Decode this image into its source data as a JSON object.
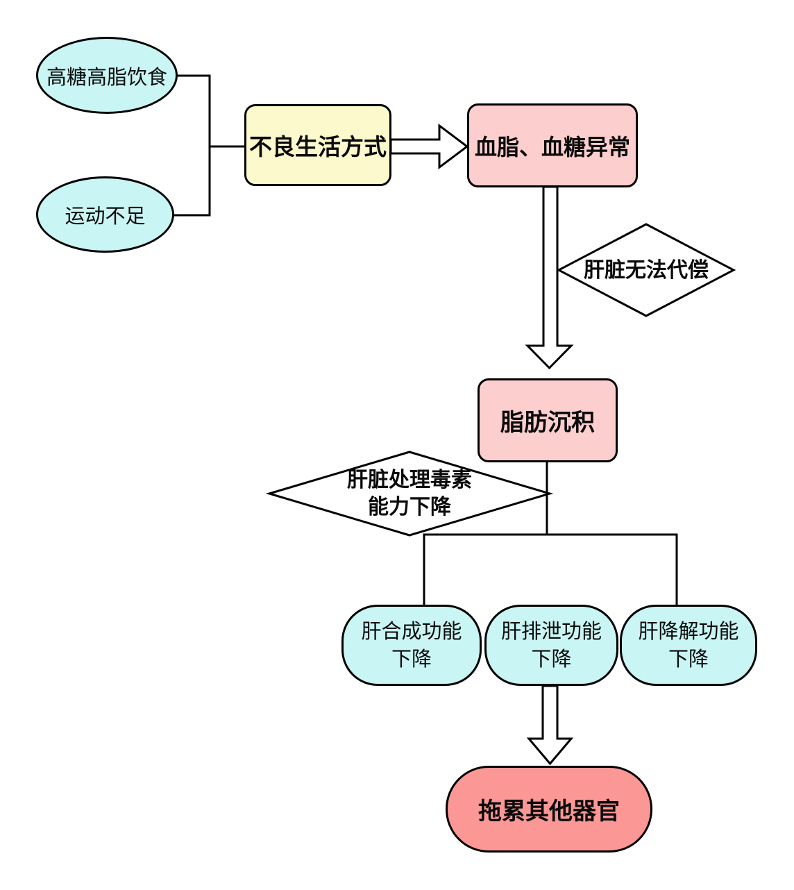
{
  "diagram": {
    "type": "flowchart",
    "language": "zh-CN",
    "colors": {
      "cause_fill": "#C9F5F4",
      "lifestyle_fill": "#FCFACD",
      "abnormal_fill": "#FCCFCE",
      "result_fill": "#FB9795",
      "condition_fill": "#FFFFFF",
      "stroke": "#000000",
      "background": "#FFFFFF"
    },
    "nodes": {
      "diet": {
        "label": "高糖高脂饮食",
        "shape": "ellipse"
      },
      "exercise": {
        "label": "运动不足",
        "shape": "ellipse"
      },
      "lifestyle": {
        "label": "不良生活方式",
        "shape": "rect"
      },
      "blood": {
        "label": "血脂、血糖异常",
        "shape": "rect"
      },
      "compensate": {
        "label": "肝脏无法代偿",
        "shape": "diamond"
      },
      "fat": {
        "label": "脂肪沉积",
        "shape": "rect"
      },
      "toxin": {
        "label": "肝脏处理毒素\n能力下降",
        "shape": "diamond"
      },
      "synthesis": {
        "label": "肝合成功能\n下降",
        "shape": "rounded"
      },
      "excretion": {
        "label": "肝排泄功能\n下降",
        "shape": "rounded"
      },
      "degradation": {
        "label": "肝降解功能\n下降",
        "shape": "rounded"
      },
      "organs": {
        "label": "拖累其他器官",
        "shape": "pill"
      }
    },
    "edges": [
      {
        "from": "diet",
        "to": "lifestyle",
        "style": "line"
      },
      {
        "from": "exercise",
        "to": "lifestyle",
        "style": "line"
      },
      {
        "from": "lifestyle",
        "to": "blood",
        "style": "hollow-arrow"
      },
      {
        "from": "blood",
        "to": "fat",
        "style": "hollow-arrow",
        "condition": "肝脏无法代偿"
      },
      {
        "from": "fat",
        "to": "synthesis",
        "style": "line",
        "condition": "肝脏处理毒素能力下降"
      },
      {
        "from": "fat",
        "to": "degradation",
        "style": "line"
      },
      {
        "from": "excretion",
        "to": "organs",
        "style": "hollow-arrow"
      }
    ]
  }
}
